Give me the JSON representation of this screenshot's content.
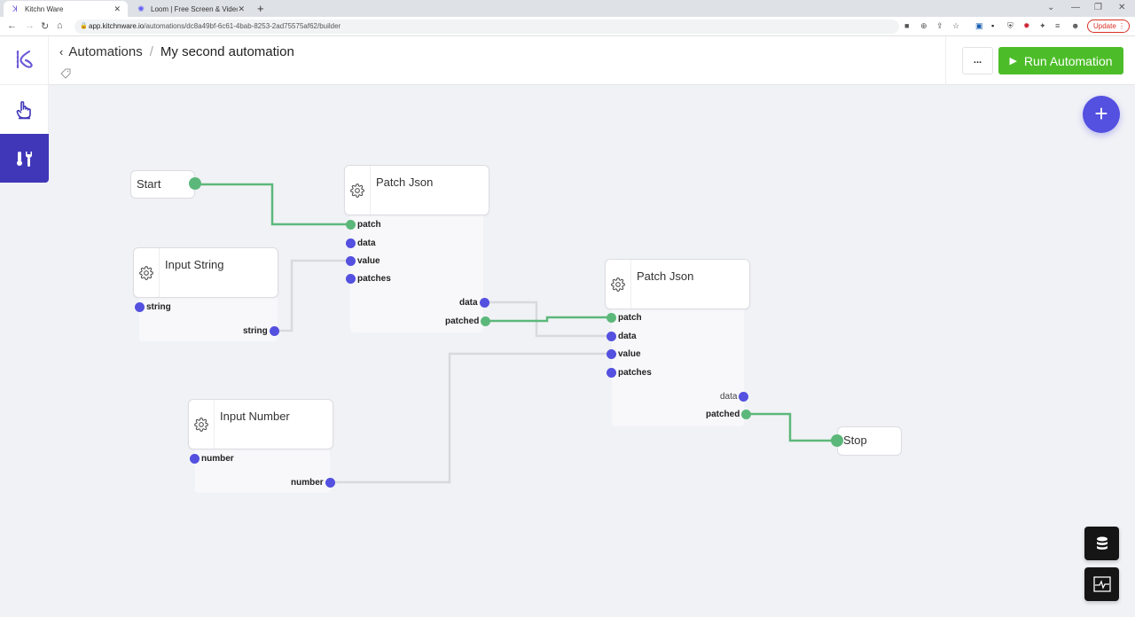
{
  "browser": {
    "tabs": [
      {
        "title": "Kitchn Ware",
        "active": true,
        "favicon": "kitchnware-logo-icon"
      },
      {
        "title": "Loom | Free Screen & Video Rec",
        "active": false,
        "favicon": "loom-icon"
      }
    ],
    "url_host": "app.kitchnware.io",
    "url_path": "/automations/dc8a49bf-6c61-4bab-8253-2ad75575af62/builder",
    "update_label": "Update"
  },
  "header": {
    "breadcrumb_parent": "Automations",
    "breadcrumb_separator": "/",
    "breadcrumb_current": "My second automation",
    "more_label": "...",
    "run_label": "Run Automation",
    "run_color": "#4cbd28"
  },
  "sidebar": {
    "items": [
      {
        "name": "logo",
        "icon": "kitchnware-logo-icon"
      },
      {
        "name": "triggers",
        "icon": "pointer-hand-icon"
      },
      {
        "name": "tools",
        "icon": "tools-icon",
        "active": true
      }
    ],
    "accent": "#4037b8"
  },
  "nodes": {
    "start": {
      "title": "Start"
    },
    "stop": {
      "title": "Stop"
    },
    "patch1": {
      "title": "Patch Json",
      "inputs": [
        "patch",
        "data",
        "value",
        "patches"
      ],
      "outputs": [
        "data",
        "patched"
      ]
    },
    "patch2": {
      "title": "Patch Json",
      "inputs": [
        "patch",
        "data",
        "value",
        "patches"
      ],
      "outputs": [
        "data",
        "patched"
      ]
    },
    "input_string": {
      "title": "Input String",
      "inputs": [
        "string"
      ],
      "outputs": [
        "string"
      ]
    },
    "input_number": {
      "title": "Input Number",
      "inputs": [
        "number"
      ],
      "outputs": [
        "number"
      ]
    }
  },
  "connections": [
    {
      "from": "start",
      "to": "patch1.patch",
      "type": "flow"
    },
    {
      "from": "input_string.string",
      "to": "patch1.value",
      "type": "data"
    },
    {
      "from": "patch1.patched",
      "to": "patch2.patch",
      "type": "flow"
    },
    {
      "from": "patch1.data",
      "to": "patch2.data",
      "type": "data"
    },
    {
      "from": "input_number.number",
      "to": "patch2.value",
      "type": "data"
    },
    {
      "from": "patch2.patched",
      "to": "stop",
      "type": "flow"
    }
  ],
  "colors": {
    "flow_port": "#5cb87a",
    "data_port": "#5450e0",
    "fab": "#5450e0"
  },
  "fab": {
    "label": "+"
  },
  "tools": [
    {
      "name": "database",
      "icon": "database-icon"
    },
    {
      "name": "monitor",
      "icon": "activity-monitor-icon"
    }
  ]
}
